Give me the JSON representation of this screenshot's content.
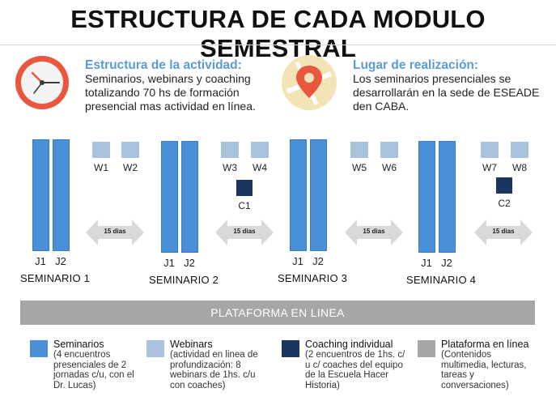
{
  "title": "ESTRUCTURA DE CADA MODULO SEMESTRAL",
  "info": [
    {
      "heading": "Estructura de la actividad:",
      "lines": [
        "Seminarios, webinars y coaching",
        "totalizando 70 hs de formación",
        "presencial mas actividad en línea."
      ],
      "icon": "clock-icon"
    },
    {
      "heading": "Lugar de realización:",
      "lines": [
        "Los seminarios presenciales se",
        "desarrollarán en la sede de ESEADE",
        "den CABA."
      ],
      "icon": "map-pin-icon"
    }
  ],
  "seminars": [
    {
      "label": "SEMINARIO 1",
      "j1": "J1",
      "j2": "J2"
    },
    {
      "label": "SEMINARIO 2",
      "j1": "J1",
      "j2": "J2"
    },
    {
      "label": "SEMINARIO 3",
      "j1": "J1",
      "j2": "J2"
    },
    {
      "label": "SEMINARIO 4",
      "j1": "J1",
      "j2": "J2"
    }
  ],
  "webinars": [
    "W1",
    "W2",
    "W3",
    "W4",
    "W5",
    "W6",
    "W7",
    "W8"
  ],
  "coaching": [
    "C1",
    "C2"
  ],
  "arrows": [
    "15 dias",
    "15 dias",
    "15 dias",
    "15 dias"
  ],
  "platform": "PLATAFORMA EN LINEA",
  "legend": [
    {
      "title": "Seminarios",
      "desc": "(4 encuentros presenciales de 2 jornadas c/u, con el Dr. Lucas)",
      "color": "#4a90d9"
    },
    {
      "title": "Webinars",
      "desc": "(actividad en linea de profundización: 8 webinars de 1hs. c/u con coaches)",
      "color": "#a9c2df"
    },
    {
      "title": "Coaching individual",
      "desc": "(2 encuentros de 1hs. c/ u c/ coaches del equipo de la Escuela Hacer Historia)",
      "color": "#1a3560"
    },
    {
      "title": "Plataforma en línea",
      "desc": "(Contenidos multimedia, lecturas, tareas y conversaciones)",
      "color": "#a6a6a6"
    }
  ]
}
